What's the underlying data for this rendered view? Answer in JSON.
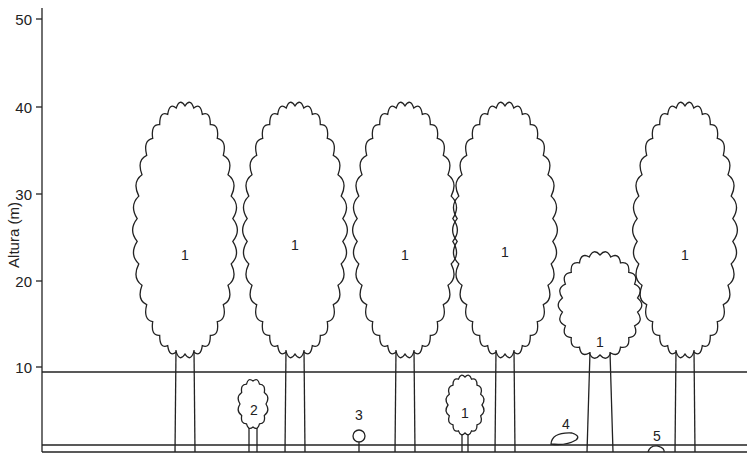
{
  "diagram": {
    "labels": [
      "50",
      "40",
      "30",
      "20",
      "10",
      "Altura (m)",
      "1",
      "1",
      "1",
      "1",
      "1",
      "1",
      "2",
      "3",
      "1",
      "4",
      "5"
    ]
  }
}
